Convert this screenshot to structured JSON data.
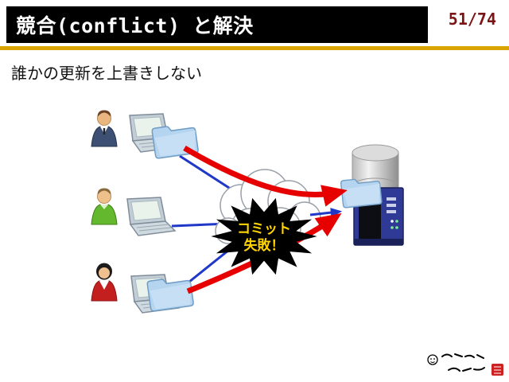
{
  "slide": {
    "title": "競合(conflict) と解決",
    "page_number": "51/74",
    "subtitle": "誰かの更新を上書きしない"
  },
  "diagram": {
    "burst": {
      "line1": "コミット",
      "line2": "失敗！"
    }
  },
  "colors": {
    "title_bar_bg": "#000000",
    "title_text": "#ffffff",
    "accent_gold": "#d8a400",
    "page_number": "#7b1515",
    "sync_line_blue": "#2038c8",
    "conflict_arrow_red": "#e60000",
    "burst_bg": "#000000",
    "burst_text_yellow": "#ffd400",
    "folder_blue": "#b4d4f0",
    "server_box_blue": "#2f3a96"
  }
}
